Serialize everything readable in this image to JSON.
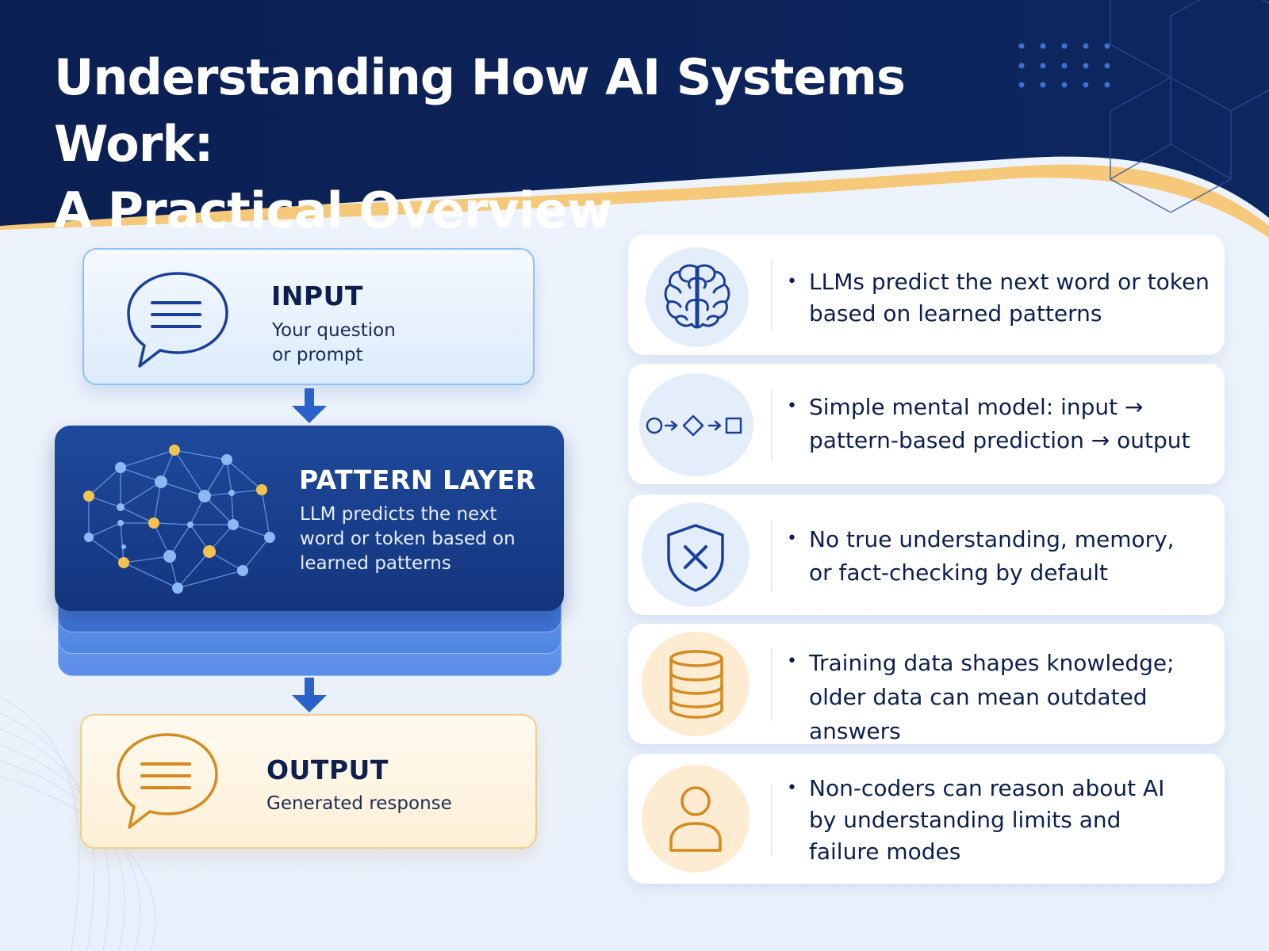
{
  "header": {
    "title_line1": "Understanding How AI Systems Work:",
    "title_line2": "A Practical Overview"
  },
  "flow": {
    "input": {
      "heading": "INPUT",
      "subtitle": "Your question\nor prompt",
      "icon": "speech-bubble-icon"
    },
    "pattern": {
      "heading": "PATTERN LAYER",
      "subtitle": "LLM predicts the next\nword or token based on\nlearned patterns",
      "icon": "neural-network-icon"
    },
    "output": {
      "heading": "OUTPUT",
      "subtitle": "Generated response",
      "icon": "speech-bubble-icon"
    },
    "arrow_color": "#2a62c9"
  },
  "points": [
    {
      "icon": "brain-icon",
      "tone": "blue",
      "text": "LLMs predict the next word or token\nbased on learned patterns"
    },
    {
      "icon": "flow-shapes-icon",
      "tone": "blue",
      "text": "Simple mental model: input →\npattern-based prediction → output"
    },
    {
      "icon": "shield-x-icon",
      "tone": "blue",
      "text": "No true understanding, memory,\nor fact-checking by default"
    },
    {
      "icon": "database-icon",
      "tone": "orange",
      "text": "Training data shapes knowledge;\nolder data can mean outdated answers"
    },
    {
      "icon": "person-icon",
      "tone": "orange",
      "text": "Non-coders can reason about AI\nby understanding limits and\nfailure modes"
    }
  ],
  "colors": {
    "navy": "#0b1f52",
    "accent_blue": "#2a62c9",
    "accent_orange": "#d68a1e",
    "gold_wave": "#f6c879"
  }
}
